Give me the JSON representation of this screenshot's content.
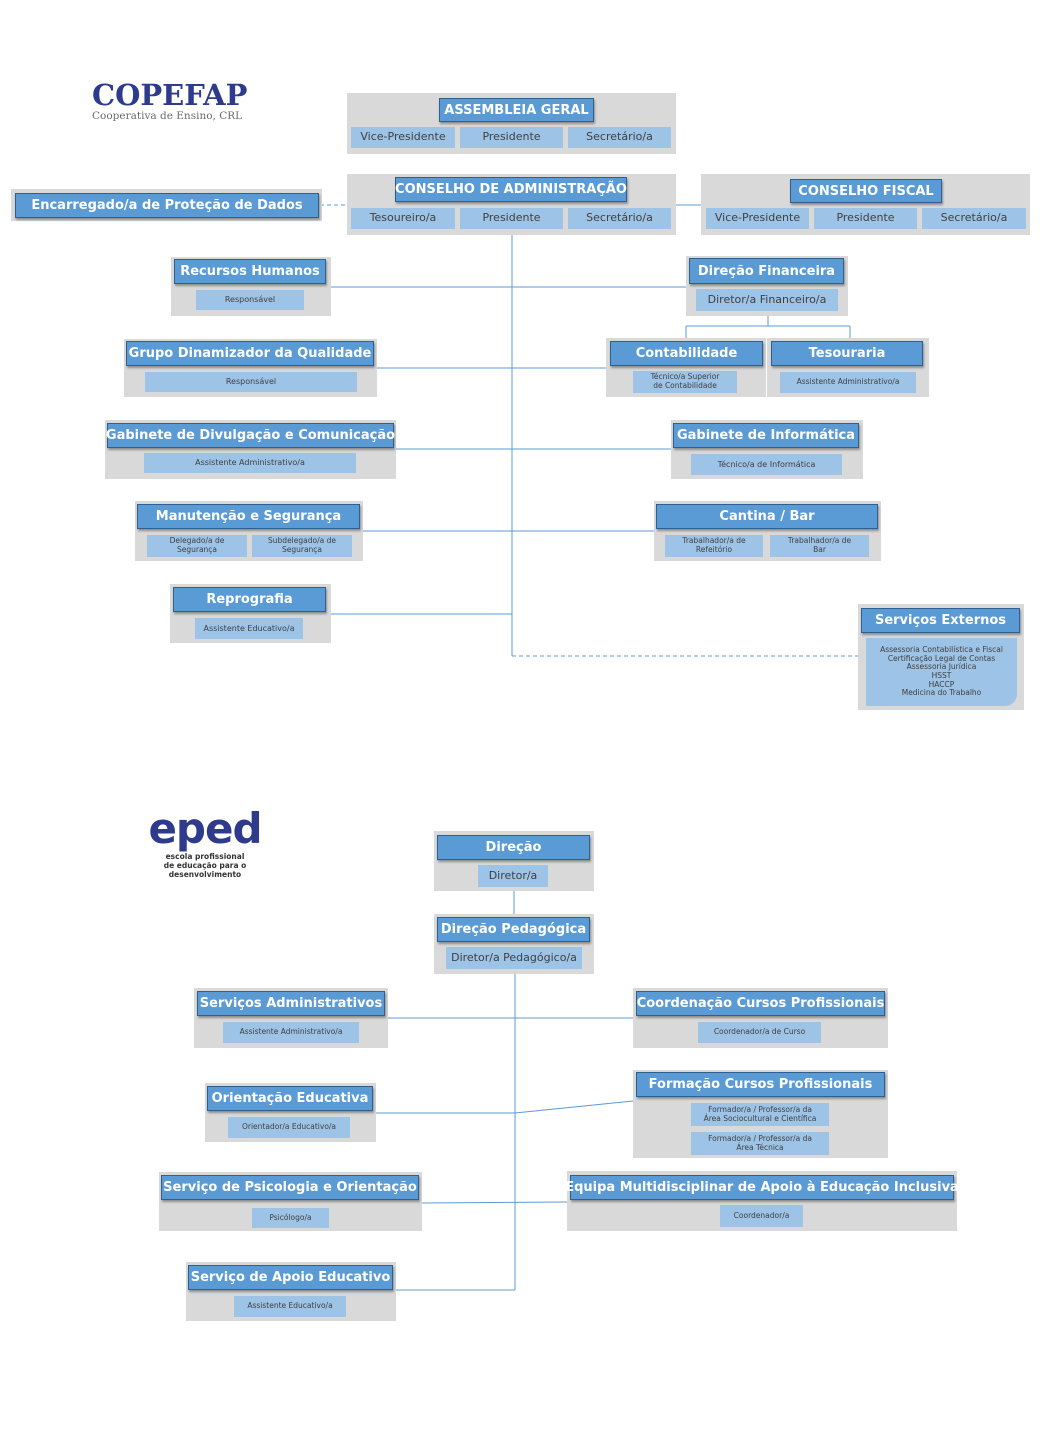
{
  "copefap": {
    "logo_name": "COPEFAP",
    "logo_tagline": "Cooperativa de Ensino, CRL",
    "assembleia": {
      "title": "ASSEMBLEIA GERAL",
      "roles": [
        "Vice-Presidente",
        "Presidente",
        "Secretário/a"
      ]
    },
    "conselho_admin": {
      "title": "CONSELHO DE ADMINISTRAÇÃO",
      "roles": [
        "Tesoureiro/a",
        "Presidente",
        "Secretário/a"
      ]
    },
    "conselho_fiscal": {
      "title": "CONSELHO FISCAL",
      "roles": [
        "Vice-Presidente",
        "Presidente",
        "Secretário/a"
      ]
    },
    "protecao_dados": {
      "title": "Encarregado/a de Proteção de Dados"
    },
    "recursos_humanos": {
      "title": "Recursos Humanos",
      "role": "Responsável"
    },
    "qualidade": {
      "title": "Grupo Dinamizador da Qualidade",
      "role": "Responsável"
    },
    "divulgacao": {
      "title": "Gabinete de Divulgação e Comunicação",
      "role": "Assistente Administrativo/a"
    },
    "manutencao": {
      "title": "Manutenção e Segurança",
      "roles": [
        "Delegado/a  de\nSegurança",
        "Subdelegado/a  de\nSegurança"
      ]
    },
    "reprografia": {
      "title": "Reprografia",
      "role": "Assistente Educativo/a"
    },
    "direcao_financeira": {
      "title": "Direção Financeira",
      "role": "Diretor/a Financeiro/a"
    },
    "contabilidade": {
      "title": "Contabilidade",
      "role": "Técnico/a Superior\nde Contabilidade"
    },
    "tesouraria": {
      "title": "Tesouraria",
      "role": "Assistente Administrativo/a"
    },
    "informatica": {
      "title": "Gabinete de Informática",
      "role": "Técnico/a de Informática"
    },
    "cantina": {
      "title": "Cantina / Bar",
      "roles": [
        "Trabalhador/a  de\nRefeitório",
        "Trabalhador/a  de\nBar"
      ]
    },
    "servicos_externos": {
      "title": "Serviços Externos",
      "items": "Assessoria Contabilística e Fiscal\nCertificação Legal de Contas\nAssessoria Jurídica\nHSST\nHACCP\nMedicina do Trabalho"
    }
  },
  "eped": {
    "logo_name": "eped",
    "logo_line1": "escola profissional",
    "logo_line2": "de educação para o desenvolvimento",
    "direcao": {
      "title": "Direção",
      "role": "Diretor/a"
    },
    "direcao_pedagogica": {
      "title": "Direção Pedagógica",
      "role": "Diretor/a Pedagógico/a"
    },
    "servicos_admin": {
      "title": "Serviços Administrativos",
      "role": "Assistente Administrativo/a"
    },
    "orientacao": {
      "title": "Orientação Educativa",
      "role": "Orientador/a  Educativo/a"
    },
    "psicologia": {
      "title": "Serviço de Psicologia e Orientação",
      "role": "Psicólogo/a"
    },
    "apoio_educativo": {
      "title": "Serviço de Apoio Educativo",
      "role": "Assistente Educativo/a"
    },
    "coordenacao": {
      "title": "Coordenação Cursos Profissionais",
      "role": "Coordenador/a  de Curso"
    },
    "formacao": {
      "title": "Formação Cursos Profissionais",
      "roles": [
        "Formador/a  / Professor/a da\nÁrea Sociocultural  e Científica",
        "Formador/a  / Professor/a da\nÁrea  Técnica"
      ]
    },
    "equipa": {
      "title": "Equipa Multidisciplinar de Apoio à Educação Inclusiva",
      "role": "Coordenador/a"
    }
  },
  "colors": {
    "title_fill": "#5b9bd5",
    "subtitle_fill": "#9dc3e6",
    "panel_fill": "#d9d9d9",
    "connector": "#5b9bd5",
    "logo": "#2e3a8c"
  }
}
